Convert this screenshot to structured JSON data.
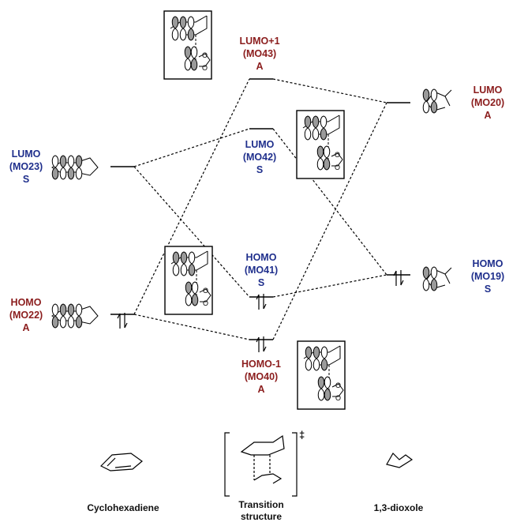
{
  "orbitals": {
    "lumo_plus1_ts": {
      "name": "LUMO+1",
      "mo": "(MO43)",
      "sym": "A"
    },
    "lumo_ts": {
      "name": "LUMO",
      "mo": "(MO42)",
      "sym": "S"
    },
    "homo_ts": {
      "name": "HOMO",
      "mo": "(MO41)",
      "sym": "S"
    },
    "homo_minus1_ts": {
      "name": "HOMO-1",
      "mo": "(MO40)",
      "sym": "A"
    },
    "lumo_cyclohexadiene": {
      "name": "LUMO",
      "mo": "(MO23)",
      "sym": "S"
    },
    "homo_cyclohexadiene": {
      "name": "HOMO",
      "mo": "(MO22)",
      "sym": "A"
    },
    "lumo_dioxole": {
      "name": "LUMO",
      "mo": "(MO20)",
      "sym": "A"
    },
    "homo_dioxole": {
      "name": "HOMO",
      "mo": "(MO19)",
      "sym": "S"
    }
  },
  "species": {
    "left": "Cyclohexadiene",
    "middle_line1": "Transition",
    "middle_line2": "structure",
    "right": "1,3-dioxole",
    "ts_marker": "‡"
  },
  "colors": {
    "symmetric_label": "#1f2f8c",
    "antisymmetric_label": "#8b1d1d",
    "lines": "#000000"
  }
}
